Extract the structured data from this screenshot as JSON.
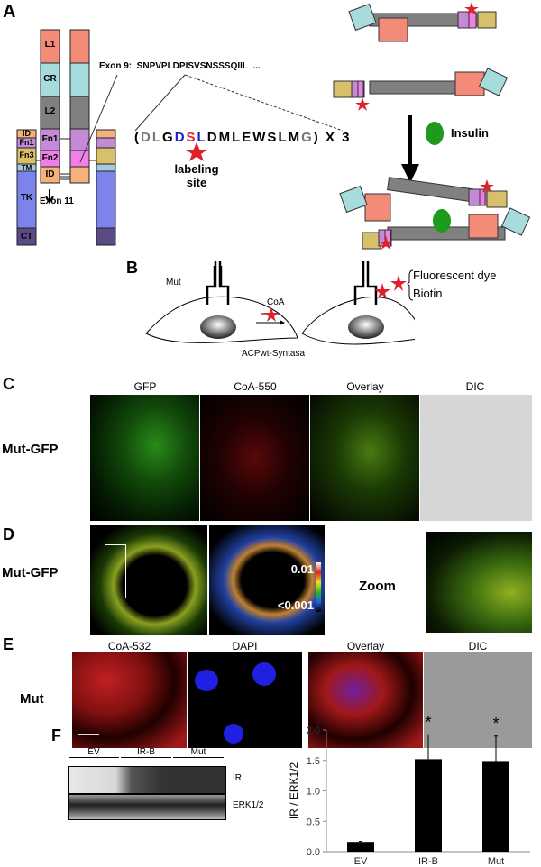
{
  "panels": {
    "a": {
      "label": "A",
      "domains": [
        "L1",
        "CR",
        "L2",
        "Fn1",
        "Fn2",
        "ID",
        "ID",
        "Fn1",
        "Fn3",
        "TM",
        "TK",
        "CT"
      ],
      "exon11": "Exon 11",
      "exon9": "Exon 9:  SNPVPLDPISVSNSSSQIIL  ...",
      "sequence": {
        "open": "(",
        "residues": [
          {
            "aa": "D",
            "color": "#777777"
          },
          {
            "aa": "L",
            "color": "#777777"
          },
          {
            "aa": "G",
            "color": "#000000"
          },
          {
            "aa": "D",
            "color": "#1a1ad0"
          },
          {
            "aa": "S",
            "color": "#e0202a"
          },
          {
            "aa": "L",
            "color": "#1a1ad0"
          },
          {
            "aa": "D",
            "color": "#000000"
          },
          {
            "aa": "M",
            "color": "#000000"
          },
          {
            "aa": "L",
            "color": "#000000"
          },
          {
            "aa": "E",
            "color": "#000000"
          },
          {
            "aa": "W",
            "color": "#000000"
          },
          {
            "aa": "S",
            "color": "#000000"
          },
          {
            "aa": "L",
            "color": "#000000"
          },
          {
            "aa": "M",
            "color": "#000000"
          },
          {
            "aa": "G",
            "color": "#777777"
          }
        ],
        "close": ") X 3"
      },
      "labeling_site": [
        "labeling",
        "site"
      ],
      "insulin": "Insulin"
    },
    "b": {
      "label": "B",
      "mut": "Mut",
      "coa": "CoA",
      "enzyme": "ACPwt-Syntasa",
      "legend": [
        "Fluorescent dye",
        "Biotin"
      ]
    },
    "c": {
      "label": "C",
      "row": "Mut-GFP",
      "columns": [
        "GFP",
        "CoA-550",
        "Overlay",
        "DIC"
      ]
    },
    "d": {
      "label": "D",
      "row": "Mut-GFP",
      "scale_high": "0.01",
      "scale_low": "<0.001",
      "zoom": "Zoom"
    },
    "e": {
      "label": "E",
      "row": "Mut",
      "columns": [
        "CoA-532",
        "DAPI",
        "Overlay",
        "DIC"
      ]
    },
    "f": {
      "label": "F",
      "lanes": [
        "EV",
        "IR-B",
        "Mut"
      ],
      "bands": [
        "IR",
        "ERK1/2"
      ]
    }
  },
  "colors": {
    "star": "#e0202a",
    "insulin": "#1e9a1e",
    "bar": "#000000"
  },
  "chart_data": {
    "type": "bar",
    "categories": [
      "EV",
      "IR-B",
      "Mut"
    ],
    "values": [
      0.16,
      1.52,
      1.49
    ],
    "errors": [
      0.01,
      0.4,
      0.41
    ],
    "significance": [
      "",
      "*",
      "*"
    ],
    "ylabel": "IR / ERK1/2",
    "ylim": [
      0,
      2.0
    ],
    "yticks": [
      "0.0",
      "0.5",
      "1.0",
      "1.5",
      "2.0"
    ],
    "grid": false
  }
}
